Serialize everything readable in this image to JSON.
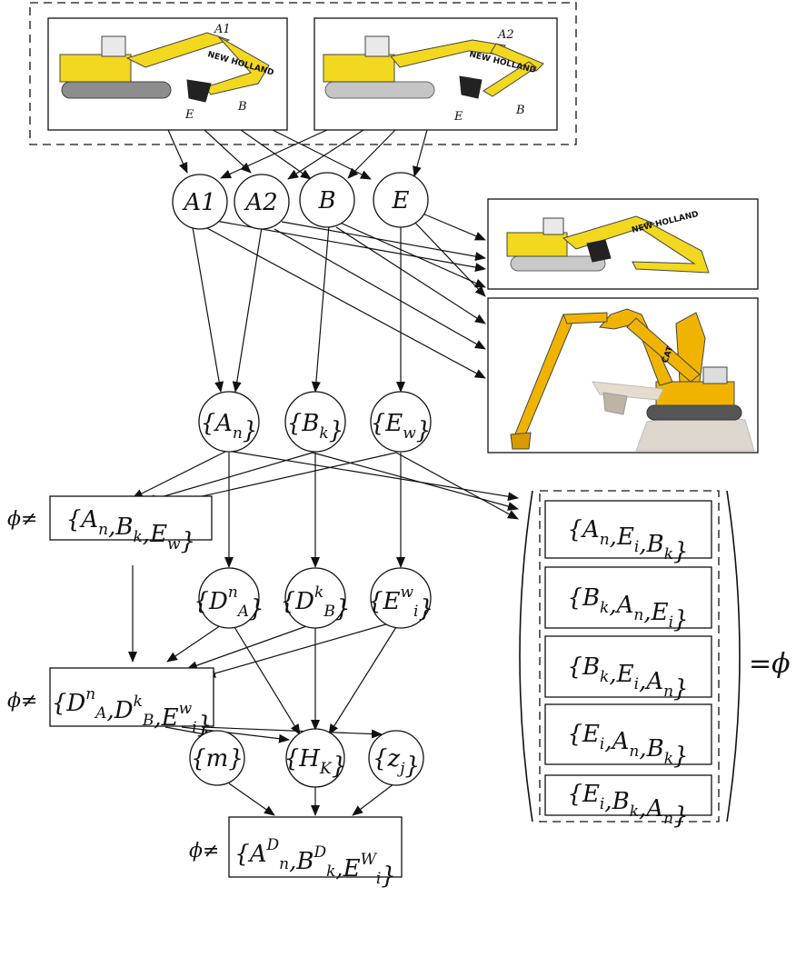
{
  "diagram": {
    "top_images": {
      "left": {
        "labels": [
          "A1",
          "E",
          "B"
        ],
        "logo": "NEW HOLLAND"
      },
      "right": {
        "labels": [
          "A2",
          "E",
          "B"
        ],
        "logo": "NEW HOLLAND"
      }
    },
    "right_images": {
      "upper_logo": "NEW HOLLAND",
      "lower_logo": "CAT"
    },
    "components": {
      "a1": "A1",
      "a2": "A2",
      "b": "B",
      "e": "E"
    },
    "sets": {
      "a": {
        "base": "A",
        "sub": "n"
      },
      "b": {
        "base": "B",
        "sub": "k"
      },
      "e": {
        "base": "E",
        "sub": "w"
      }
    },
    "combined_set": {
      "prefix": "ϕ≠",
      "terms": [
        {
          "base": "A",
          "sub": "n"
        },
        {
          "base": "B",
          "sub": "k"
        },
        {
          "base": "E",
          "sub": "w"
        }
      ]
    },
    "d_sets": {
      "a": {
        "base": "D",
        "sub": "A",
        "sup": "n"
      },
      "b": {
        "base": "D",
        "sub": "B",
        "sup": "k"
      },
      "e": {
        "base": "E",
        "sub": "i",
        "sup": "w"
      }
    },
    "combined_d_set": {
      "prefix": "ϕ≠",
      "terms": [
        {
          "base": "D",
          "sub": "A",
          "sup": "n"
        },
        {
          "base": "D",
          "sub": "B",
          "sup": "k"
        },
        {
          "base": "E",
          "sub": "i",
          "sup": "w"
        }
      ]
    },
    "params": {
      "m": {
        "base": "m"
      },
      "h": {
        "base": "H",
        "sub": "K"
      },
      "z": {
        "base": "z",
        "sub": "j"
      }
    },
    "final_set": {
      "prefix": "ϕ≠",
      "terms": [
        {
          "base": "A",
          "sub": "n",
          "sup": "D"
        },
        {
          "base": "B",
          "sub": "k",
          "sup": "D"
        },
        {
          "base": "E",
          "sub": "i",
          "sup": "W"
        }
      ]
    },
    "permutations": [
      [
        {
          "base": "A",
          "sub": "n"
        },
        {
          "base": "E",
          "sub": "i"
        },
        {
          "base": "B",
          "sub": "k"
        }
      ],
      [
        {
          "base": "B",
          "sub": "k"
        },
        {
          "base": "A",
          "sub": "n"
        },
        {
          "base": "E",
          "sub": "i"
        }
      ],
      [
        {
          "base": "B",
          "sub": "k"
        },
        {
          "base": "E",
          "sub": "i"
        },
        {
          "base": "A",
          "sub": "n"
        }
      ],
      [
        {
          "base": "E",
          "sub": "i"
        },
        {
          "base": "A",
          "sub": "n"
        },
        {
          "base": "B",
          "sub": "k"
        }
      ],
      [
        {
          "base": "E",
          "sub": "i"
        },
        {
          "base": "B",
          "sub": "k"
        },
        {
          "base": "A",
          "sub": "n"
        }
      ]
    ],
    "permutations_result": "=ϕ",
    "colors": {
      "machine_yellow": "#f2d81e",
      "cat_orange": "#f0b400",
      "track_grey": "#9a9a9a"
    }
  }
}
